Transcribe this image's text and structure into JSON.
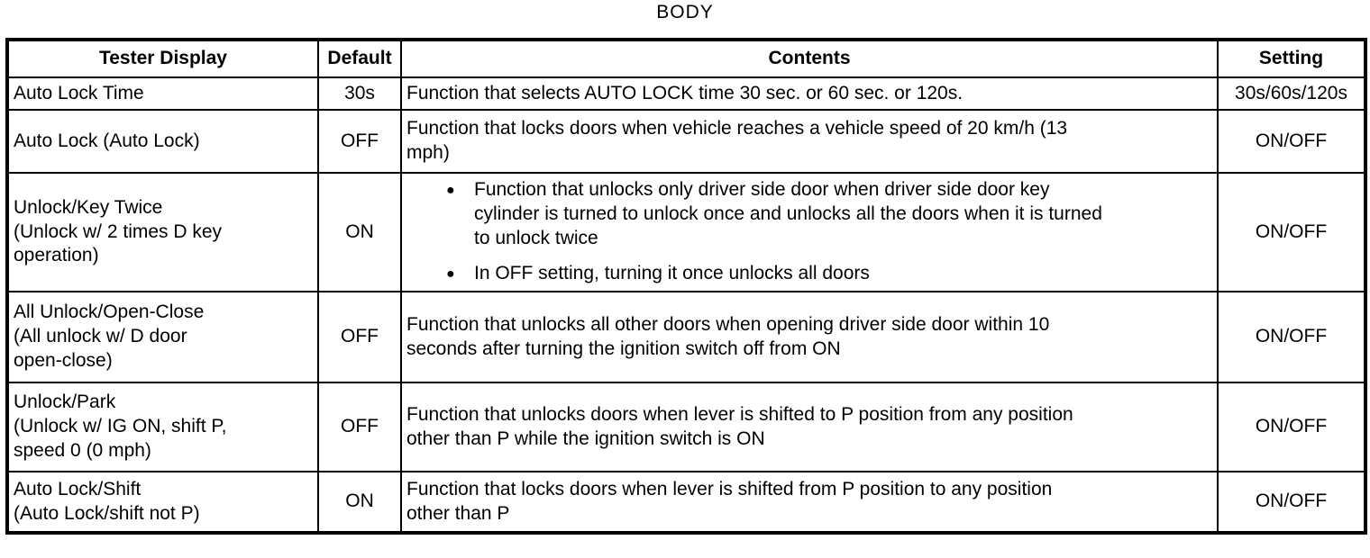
{
  "page_title": "BODY",
  "table": {
    "headers": [
      "Tester Display",
      "Default",
      "Contents",
      "Setting"
    ],
    "rows": [
      {
        "tester_display": "Auto Lock Time",
        "default": "30s",
        "bulleted": false,
        "contents": [
          "Function that selects AUTO LOCK time 30 sec. or 60 sec. or 120s."
        ],
        "setting": "30s/60s/120s"
      },
      {
        "tester_display": "Auto Lock (Auto Lock)",
        "default": "OFF",
        "bulleted": false,
        "contents": [
          "Function that locks doors when vehicle reaches a vehicle speed of 20 km/h (13\nmph)"
        ],
        "setting": "ON/OFF"
      },
      {
        "tester_display": "Unlock/Key Twice\n(Unlock w/ 2 times D key\noperation)",
        "default": "ON",
        "bulleted": true,
        "contents": [
          "Function that unlocks only driver side door when driver side door key\ncylinder is turned to unlock once and unlocks all the doors when it is turned\nto unlock twice",
          "In OFF setting, turning it once unlocks all doors"
        ],
        "setting": "ON/OFF"
      },
      {
        "tester_display": "All Unlock/Open-Close\n(All unlock w/ D door\nopen-close)",
        "default": "OFF",
        "bulleted": false,
        "contents": [
          "Function that unlocks all other doors when opening driver side door within 10\nseconds after turning the ignition switch off from ON"
        ],
        "setting": "ON/OFF"
      },
      {
        "tester_display": "Unlock/Park\n(Unlock w/ IG ON, shift P,\nspeed 0 (0 mph)",
        "default": "OFF",
        "bulleted": false,
        "contents": [
          "Function that unlocks doors when lever is shifted to P position from any position\nother than P while the ignition switch is ON"
        ],
        "setting": "ON/OFF"
      },
      {
        "tester_display": "Auto Lock/Shift\n(Auto Lock/shift not P)",
        "default": "ON",
        "bulleted": false,
        "contents": [
          "Function that locks doors when lever is shifted from P position to any position\nother than P"
        ],
        "setting": "ON/OFF"
      }
    ]
  }
}
